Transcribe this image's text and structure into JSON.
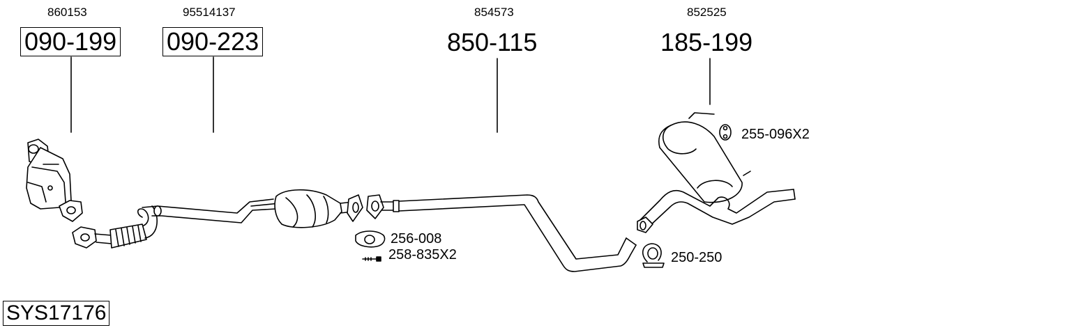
{
  "parts": [
    {
      "id": "catalyst-front",
      "oem": "860153",
      "number": "090-199",
      "boxed": true
    },
    {
      "id": "front-pipe-catalyst",
      "oem": "95514137",
      "number": "090-223",
      "boxed": true
    },
    {
      "id": "middle-pipe",
      "oem": "854573",
      "number": "850-115",
      "boxed": false
    },
    {
      "id": "rear-silencer",
      "oem": "852525",
      "number": "185-199",
      "boxed": false
    }
  ],
  "accessories": [
    {
      "id": "gasket",
      "label": "256-008"
    },
    {
      "id": "bolts",
      "label": "258-835X2"
    },
    {
      "id": "rubber-mount",
      "label": "255-096X2"
    },
    {
      "id": "clamp",
      "label": "250-250"
    }
  ],
  "system_id": "SYS17176",
  "colors": {
    "line": "#000000",
    "background": "#ffffff"
  }
}
